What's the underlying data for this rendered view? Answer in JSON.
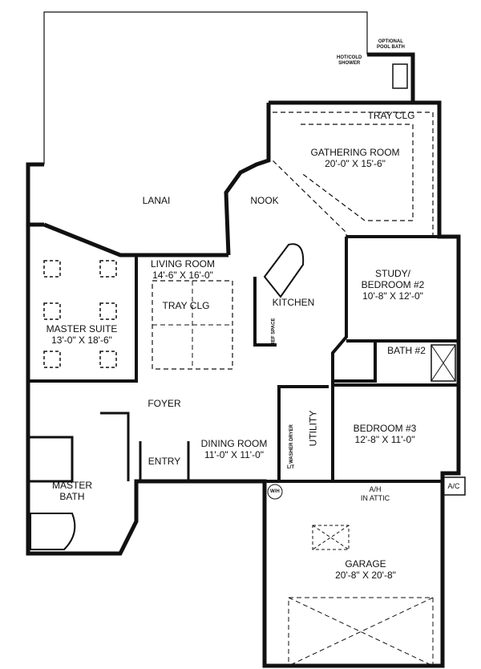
{
  "rooms": {
    "tray_clg_top": "TRAY CLG",
    "gathering": {
      "name": "GATHERING ROOM",
      "size": "20'-0\" X 15'-6\""
    },
    "lanai": "LANAI",
    "nook": "NOOK",
    "living": {
      "name": "LIVING ROOM",
      "size": "14'-6\" X 16'-0\""
    },
    "tray_clg_living": "TRAY CLG",
    "kitchen": "KITCHEN",
    "study": {
      "name": "STUDY/",
      "name2": "BEDROOM #2",
      "size": "10'-8\" X 12'-0\""
    },
    "master_suite": {
      "name": "MASTER SUITE",
      "size": "13'-0\" X 18'-6\""
    },
    "bath2": "BATH #2",
    "foyer": "FOYER",
    "utility": "UTILITY",
    "bedroom3": {
      "name": "BEDROOM #3",
      "size": "12'-8\" X 11'-0\""
    },
    "dining": {
      "name": "DINING ROOM",
      "size": "11'-0\" X 11'-0\""
    },
    "entry": "ENTRY",
    "master_bath": {
      "name": "MASTER",
      "name2": "BATH"
    },
    "garage": {
      "name": "GARAGE",
      "size": "20'-8\" X 20'-8\""
    },
    "ah": {
      "line1": "A/H",
      "line2": "IN ATTIC"
    },
    "ac": "A/C",
    "wh": "W/H"
  },
  "notes": {
    "pool_bath": {
      "line1": "OPTIONAL",
      "line2": "POOL BATH"
    },
    "shower": {
      "line1": "HOT/COLD",
      "line2": "SHOWER"
    },
    "ref": "REF SPACE",
    "washer": "WASHER DRYER",
    "lt": "L/T"
  }
}
